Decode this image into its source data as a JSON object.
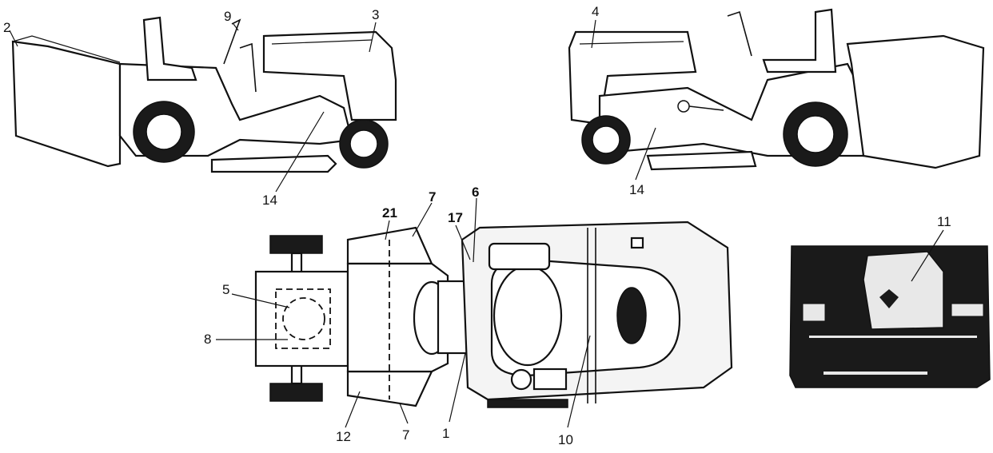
{
  "callouts": {
    "c1": "1",
    "c2": "2",
    "c3": "3",
    "c4": "4",
    "c5": "5",
    "c6": "6",
    "c7": "7",
    "c7b": "7",
    "c8": "8",
    "c9": "9",
    "c10": "10",
    "c11": "11",
    "c12": "12",
    "c14a": "14",
    "c14b": "14",
    "c17": "17",
    "c21": "21"
  },
  "colors": {
    "ink": "#111111",
    "paper": "#ffffff",
    "panel": "#1a1a1a"
  }
}
